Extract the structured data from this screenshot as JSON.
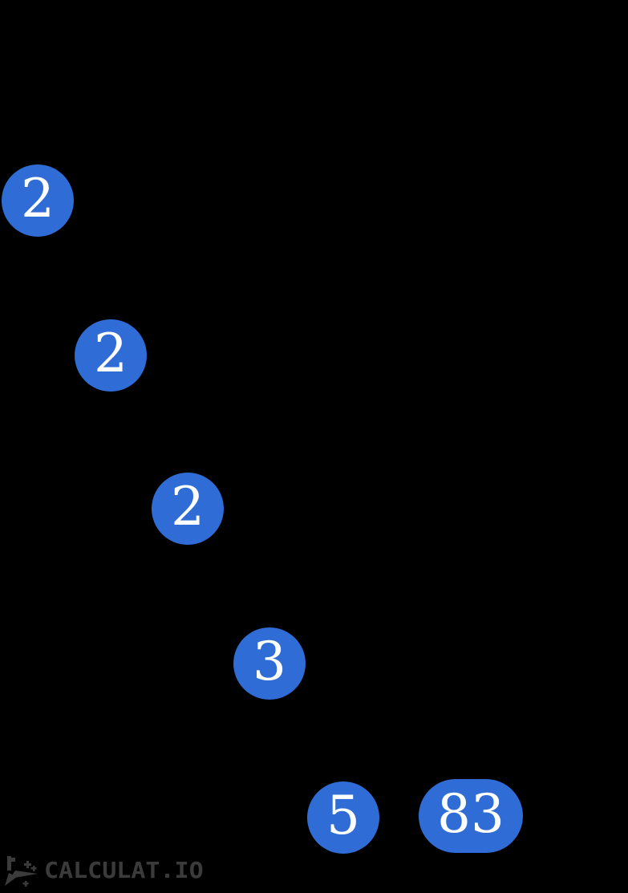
{
  "page": {
    "background_color": "#000000"
  },
  "tree": {
    "type": "prime-factor-tree",
    "node_fill_color": "#2f6cd5",
    "node_text_color": "#ffffff",
    "nodes": [
      {
        "value": "2",
        "shape": "circle"
      },
      {
        "value": "2",
        "shape": "circle"
      },
      {
        "value": "2",
        "shape": "circle"
      },
      {
        "value": "3",
        "shape": "circle"
      },
      {
        "value": "5",
        "shape": "circle"
      },
      {
        "value": "83",
        "shape": "pill"
      }
    ]
  },
  "watermark": {
    "brand_text": "CALCULAT.IO",
    "text_color": "#3b3b3b",
    "icon": "rocket-icon"
  }
}
